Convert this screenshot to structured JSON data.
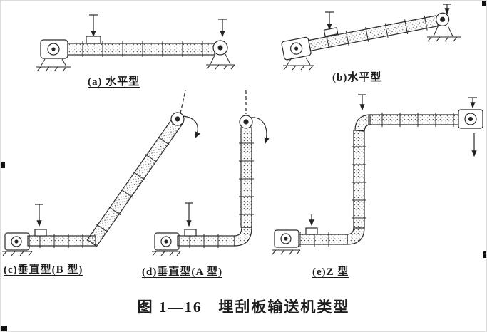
{
  "figure": {
    "caption": "图 1—16　埋刮板输送机类型",
    "panels": [
      {
        "id": "a",
        "label": "(a) 水平型"
      },
      {
        "id": "b",
        "label": "(b)水平型"
      },
      {
        "id": "c",
        "label": "(c)垂直型(B 型)"
      },
      {
        "id": "d",
        "label": "(d)垂直型(A 型)"
      },
      {
        "id": "e",
        "label": "(e)Z 型"
      }
    ]
  },
  "colors": {
    "ink": "#222222",
    "paper": "#ffffff"
  }
}
